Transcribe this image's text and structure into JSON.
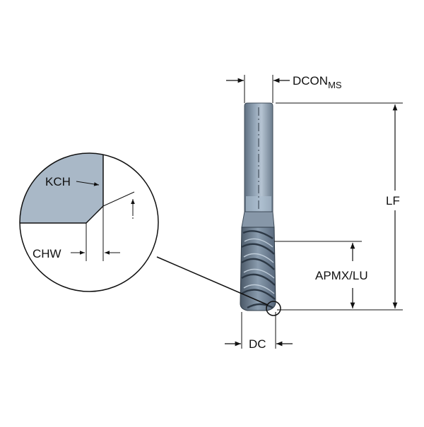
{
  "labels": {
    "dcon": "DCON",
    "dcon_sub": "MS",
    "lf": "LF",
    "apmx_lu": "APMX/LU",
    "dc": "DC",
    "kch": "KCH",
    "chw": "CHW"
  },
  "colors": {
    "background": "#ffffff",
    "line": "#111111",
    "detail_fill": "#a9b8c7",
    "tool_light": "#b7c6d4",
    "tool_mid": "#8d9fb1",
    "tool_dark": "#4b5a69"
  }
}
